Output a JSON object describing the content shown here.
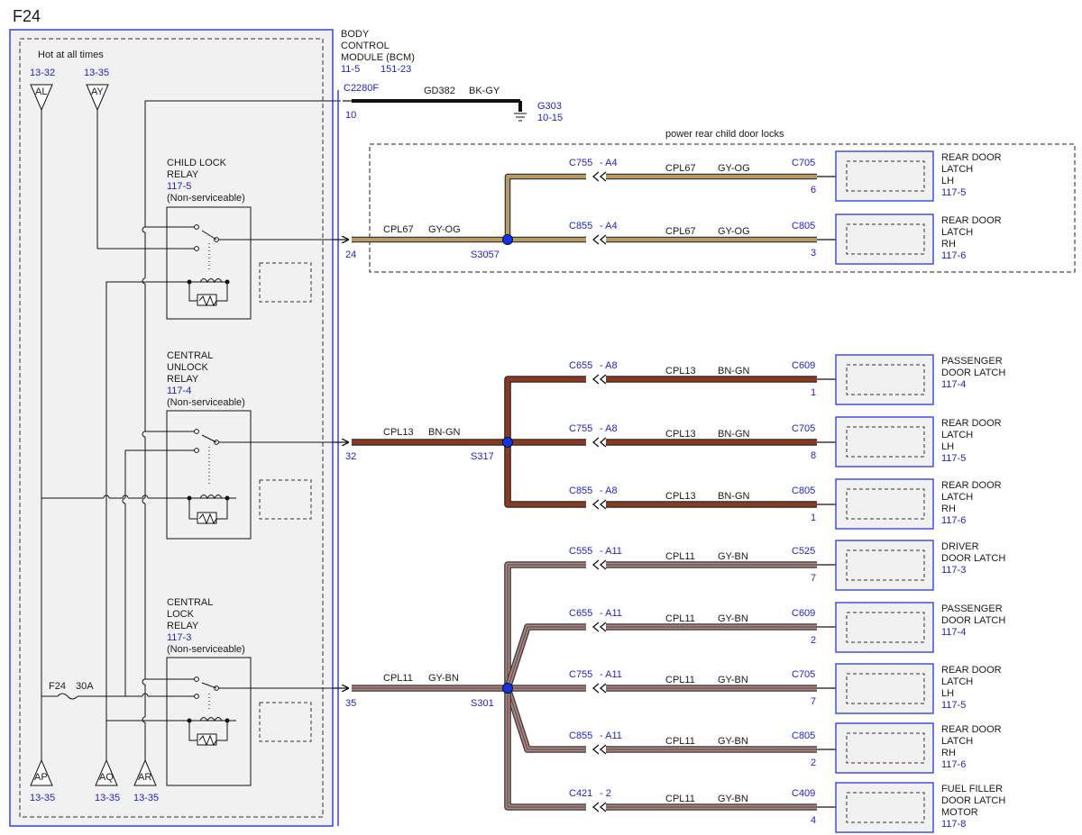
{
  "page_label": "F24",
  "fusebox": {
    "title": "Hot at all times",
    "connectors": [
      {
        "code": "AL",
        "ref": "13-32"
      },
      {
        "code": "AY",
        "ref": "13-35"
      },
      {
        "code": "AP",
        "ref": "13-35"
      },
      {
        "code": "AQ",
        "ref": "13-35"
      },
      {
        "code": "AR",
        "ref": "13-35"
      }
    ],
    "fuse_name": "F24",
    "fuse_rating": "30A",
    "relays": [
      {
        "name_lines": [
          "CHILD LOCK",
          "RELAY"
        ],
        "ref": "117-5",
        "note": "(Non-serviceable)"
      },
      {
        "name_lines": [
          "CENTRAL",
          "UNLOCK",
          "RELAY"
        ],
        "ref": "117-4",
        "note": "(Non-serviceable)"
      },
      {
        "name_lines": [
          "CENTRAL",
          "LOCK",
          "RELAY"
        ],
        "ref": "117-3",
        "note": "(Non-serviceable)"
      }
    ]
  },
  "bcm": {
    "name_lines": [
      "BODY",
      "CONTROL",
      "MODULE (BCM)"
    ],
    "refs": [
      "11-5",
      "151-23"
    ],
    "connector": "C2280F",
    "ground_pin": "10",
    "ground_circuit": "GD382",
    "ground_color": "BK-GY",
    "ground_name": "G303",
    "ground_ref": "10-15"
  },
  "option_box_label": "power rear child door locks",
  "trunks": [
    {
      "pin": "24",
      "circuit": "CPL67",
      "color": "GY-OG",
      "splice": "S3057"
    },
    {
      "pin": "32",
      "circuit": "CPL13",
      "color": "BN-GN",
      "splice": "S317"
    },
    {
      "pin": "35",
      "circuit": "CPL11",
      "color": "GY-BN",
      "splice": "S301"
    }
  ],
  "branches": [
    {
      "inline": "C755",
      "inline_pin": "- A4",
      "circuit": "CPL67",
      "color": "GY-OG",
      "dev_conn": "C705",
      "dev_pin": "6",
      "device_lines": [
        "REAR DOOR",
        "LATCH",
        "LH"
      ],
      "device_ref": "117-5"
    },
    {
      "inline": "C855",
      "inline_pin": "- A4",
      "circuit": "CPL67",
      "color": "GY-OG",
      "dev_conn": "C805",
      "dev_pin": "3",
      "device_lines": [
        "REAR DOOR",
        "LATCH",
        "RH"
      ],
      "device_ref": "117-6"
    },
    {
      "inline": "C655",
      "inline_pin": "- A8",
      "circuit": "CPL13",
      "color": "BN-GN",
      "dev_conn": "C609",
      "dev_pin": "1",
      "device_lines": [
        "PASSENGER",
        "DOOR LATCH"
      ],
      "device_ref": "117-4"
    },
    {
      "inline": "C755",
      "inline_pin": "- A8",
      "circuit": "CPL13",
      "color": "BN-GN",
      "dev_conn": "C705",
      "dev_pin": "8",
      "device_lines": [
        "REAR DOOR",
        "LATCH",
        "LH"
      ],
      "device_ref": "117-5"
    },
    {
      "inline": "C855",
      "inline_pin": "- A8",
      "circuit": "CPL13",
      "color": "BN-GN",
      "dev_conn": "C805",
      "dev_pin": "1",
      "device_lines": [
        "REAR DOOR",
        "LATCH",
        "RH"
      ],
      "device_ref": "117-6"
    },
    {
      "inline": "C555",
      "inline_pin": "- A11",
      "circuit": "CPL11",
      "color": "GY-BN",
      "dev_conn": "C525",
      "dev_pin": "7",
      "device_lines": [
        "DRIVER",
        "DOOR LATCH"
      ],
      "device_ref": "117-3"
    },
    {
      "inline": "C655",
      "inline_pin": "- A11",
      "circuit": "CPL11",
      "color": "GY-BN",
      "dev_conn": "C609",
      "dev_pin": "2",
      "device_lines": [
        "PASSENGER",
        "DOOR LATCH"
      ],
      "device_ref": "117-4"
    },
    {
      "inline": "C755",
      "inline_pin": "- A11",
      "circuit": "CPL11",
      "color": "GY-BN",
      "dev_conn": "C705",
      "dev_pin": "7",
      "device_lines": [
        "REAR DOOR",
        "LATCH",
        "LH"
      ],
      "device_ref": "117-5"
    },
    {
      "inline": "C855",
      "inline_pin": "- A11",
      "circuit": "CPL11",
      "color": "GY-BN",
      "dev_conn": "C805",
      "dev_pin": "2",
      "device_lines": [
        "REAR DOOR",
        "LATCH",
        "RH"
      ],
      "device_ref": "117-6"
    },
    {
      "inline": "C421",
      "inline_pin": "- 2",
      "circuit": "CPL11",
      "color": "GY-BN",
      "dev_conn": "C409",
      "dev_pin": "4",
      "device_lines": [
        "FUEL FILLER",
        "DOOR LATCH",
        "MOTOR"
      ],
      "device_ref": "117-8"
    }
  ],
  "colors": {
    "module_border": "#3344dd",
    "label_blue": "#2222cc",
    "splice_dot": "#1133ee",
    "wire_gy_og": "#b89a63",
    "wire_bn_gn": "#8b3a22",
    "wire_gy_bn": "#9a8a8a",
    "wire_bk_gy": "#111111"
  }
}
